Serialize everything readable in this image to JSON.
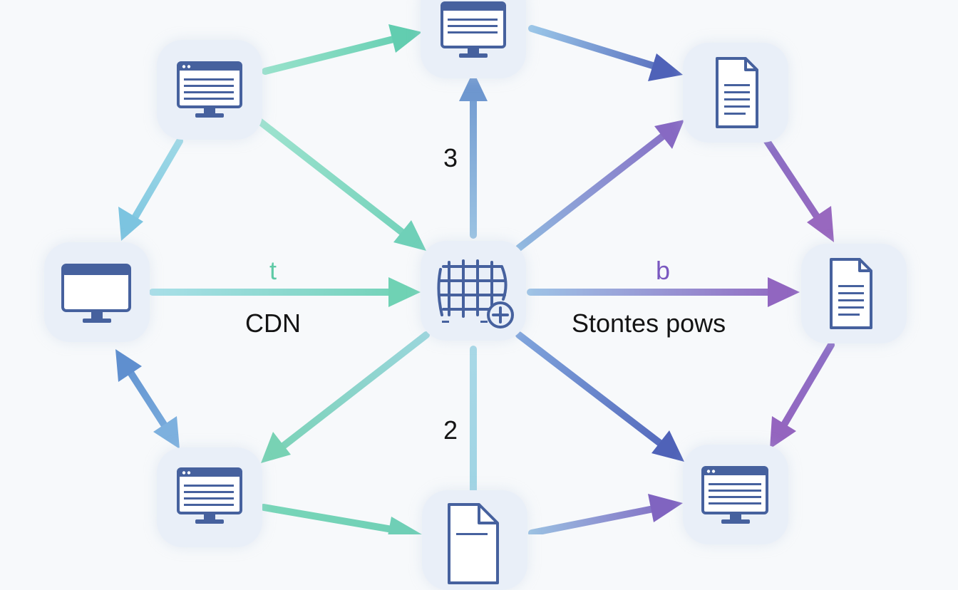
{
  "diagram": {
    "nodes": [
      {
        "id": "monitor-top",
        "icon": "browser-monitor-icon"
      },
      {
        "id": "monitor-upper-left",
        "icon": "browser-monitor-icon"
      },
      {
        "id": "document-upper-right",
        "icon": "document-icon"
      },
      {
        "id": "monitor-left",
        "icon": "monitor-icon"
      },
      {
        "id": "hub-center",
        "icon": "grid-network-add-icon"
      },
      {
        "id": "document-right",
        "icon": "document-icon"
      },
      {
        "id": "monitor-lower-left",
        "icon": "browser-monitor-icon"
      },
      {
        "id": "document-bottom",
        "icon": "document-icon"
      },
      {
        "id": "monitor-lower-right",
        "icon": "browser-monitor-icon"
      }
    ],
    "edges": [
      {
        "from": "monitor-upper-left",
        "to": "monitor-top"
      },
      {
        "from": "monitor-top",
        "to": "document-upper-right"
      },
      {
        "from": "monitor-upper-left",
        "to": "monitor-left"
      },
      {
        "from": "monitor-upper-left",
        "to": "hub-center"
      },
      {
        "from": "hub-center",
        "to": "monitor-top"
      },
      {
        "from": "hub-center",
        "to": "document-upper-right"
      },
      {
        "from": "document-upper-right",
        "to": "document-right"
      },
      {
        "from": "monitor-left",
        "to": "hub-center"
      },
      {
        "from": "hub-center",
        "to": "document-right"
      },
      {
        "from": "monitor-left",
        "to": "monitor-lower-left",
        "bidirectional": true
      },
      {
        "from": "hub-center",
        "to": "monitor-lower-left"
      },
      {
        "from": "hub-center",
        "to": "monitor-lower-right"
      },
      {
        "from": "document-right",
        "to": "monitor-lower-right"
      },
      {
        "from": "monitor-lower-left",
        "to": "document-bottom"
      },
      {
        "from": "document-bottom",
        "to": "monitor-lower-right"
      },
      {
        "from": "hub-center",
        "to": "document-bottom",
        "plain": true
      }
    ],
    "labels": {
      "upper_number": "3",
      "lower_number": "2",
      "left_letter": "t",
      "left_text": "CDN",
      "right_letter": "b",
      "right_text": "Stontes pows"
    }
  },
  "colors": {
    "teal": "#6fd0b4",
    "cyan": "#85c8e0",
    "blue": "#6e9bd0",
    "indigo": "#5b6cbb",
    "violet": "#8a6cc4",
    "purple": "#8d66bd",
    "node_bg": "#e9eff8",
    "icon": "#46619e"
  }
}
